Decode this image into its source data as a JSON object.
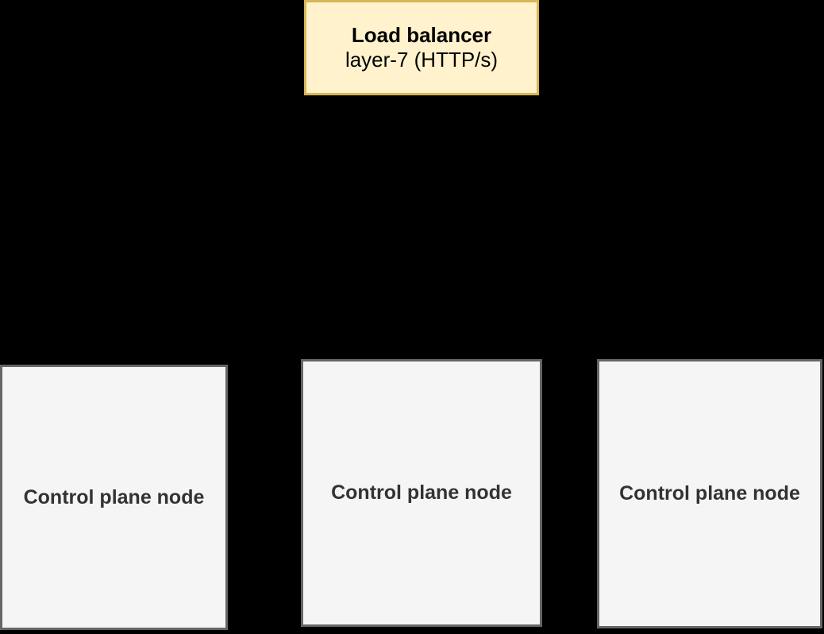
{
  "page": {
    "background_color": "#000000"
  },
  "diagram": {
    "load_balancer": {
      "title": "Load balancer",
      "subtitle": "layer-7 (HTTP/s)",
      "fill_color": "#FFF2CC",
      "border_color": "#D6B656",
      "text_color": "#000000"
    },
    "control_plane_nodes": [
      {
        "label": "Control plane node"
      },
      {
        "label": "Control plane node"
      },
      {
        "label": "Control plane node"
      }
    ],
    "node_style": {
      "fill_color": "#F5F5F5",
      "border_color": "#666666",
      "text_color": "#333333"
    }
  }
}
